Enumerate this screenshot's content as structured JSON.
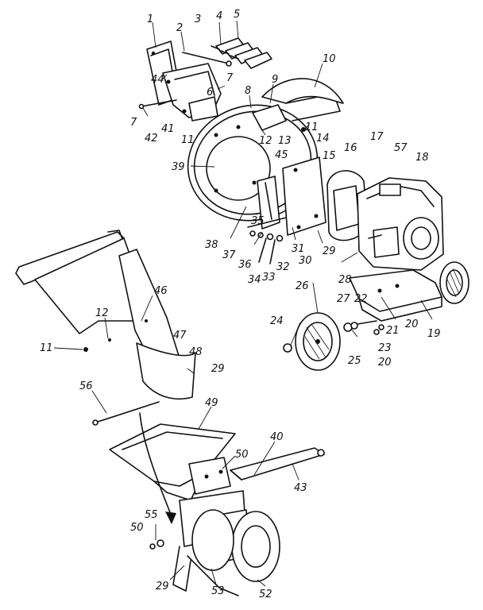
{
  "callouts": [
    {
      "label": "1"
    },
    {
      "label": "2"
    },
    {
      "label": "3"
    },
    {
      "label": "4"
    },
    {
      "label": "5"
    },
    {
      "label": "10"
    },
    {
      "label": "44"
    },
    {
      "label": "7"
    },
    {
      "label": "6"
    },
    {
      "label": "8"
    },
    {
      "label": "9"
    },
    {
      "label": "7"
    },
    {
      "label": "42"
    },
    {
      "label": "41"
    },
    {
      "label": "11"
    },
    {
      "label": "11"
    },
    {
      "label": "12"
    },
    {
      "label": "13"
    },
    {
      "label": "14"
    },
    {
      "label": "15"
    },
    {
      "label": "16"
    },
    {
      "label": "17"
    },
    {
      "label": "57"
    },
    {
      "label": "18"
    },
    {
      "label": "39"
    },
    {
      "label": "45"
    },
    {
      "label": "35"
    },
    {
      "label": "38"
    },
    {
      "label": "37"
    },
    {
      "label": "36"
    },
    {
      "label": "31"
    },
    {
      "label": "30"
    },
    {
      "label": "29"
    },
    {
      "label": "34"
    },
    {
      "label": "33"
    },
    {
      "label": "32"
    },
    {
      "label": "28"
    },
    {
      "label": "26"
    },
    {
      "label": "27"
    },
    {
      "label": "22"
    },
    {
      "label": "21"
    },
    {
      "label": "20"
    },
    {
      "label": "19"
    },
    {
      "label": "24"
    },
    {
      "label": "25"
    },
    {
      "label": "23"
    },
    {
      "label": "20"
    },
    {
      "label": "46"
    },
    {
      "label": "12"
    },
    {
      "label": "11"
    },
    {
      "label": "47"
    },
    {
      "label": "48"
    },
    {
      "label": "29"
    },
    {
      "label": "56"
    },
    {
      "label": "49"
    },
    {
      "label": "50"
    },
    {
      "label": "40"
    },
    {
      "label": "43"
    },
    {
      "label": "55"
    },
    {
      "label": "50"
    },
    {
      "label": "29"
    },
    {
      "label": "53"
    },
    {
      "label": "52"
    }
  ]
}
